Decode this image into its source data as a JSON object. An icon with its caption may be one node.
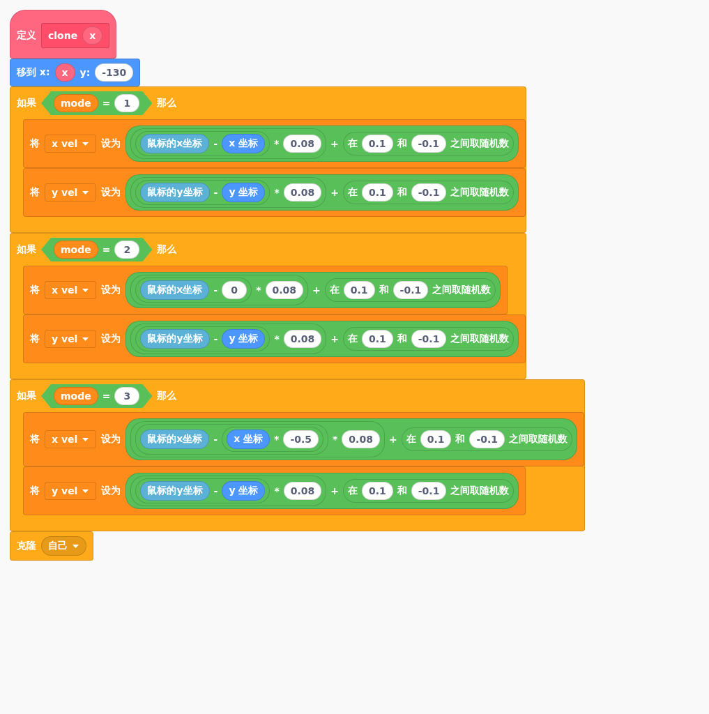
{
  "diagram": {
    "nodes": [
      {
        "text": [
          "定义"
        ]
      },
      {
        "text": [
          "clone"
        ],
        "in": 0
      },
      {
        "text": [
          "x"
        ],
        "in": 1
      },
      {
        "text": [
          "移到 x:",
          "y:"
        ]
      },
      {
        "text": [
          "x"
        ],
        "in": 3
      },
      {
        "text": [
          "-130"
        ],
        "in": 3
      },
      {
        "text": [
          "如果",
          "那么"
        ]
      },
      {
        "text": [
          "="
        ],
        "in": 6
      },
      {
        "text": [
          "mode"
        ],
        "in": 7
      },
      {
        "text": [
          "1"
        ],
        "in": 7
      },
      {
        "text": [
          "将",
          "设为"
        ],
        "in": 6
      },
      {
        "text": [
          "x vel"
        ],
        "in": 10
      },
      {
        "text": [
          "+"
        ],
        "in": 10
      },
      {
        "text": [
          "*"
        ],
        "in": 12
      },
      {
        "text": [
          "-"
        ],
        "in": 13
      },
      {
        "text": [
          "鼠标的x坐标"
        ],
        "in": 14
      },
      {
        "text": [
          "x 坐标"
        ],
        "in": 14
      },
      {
        "text": [
          "0.08"
        ],
        "in": 13
      },
      {
        "text": [
          "在",
          "和",
          "之间取随机数"
        ],
        "in": 12
      },
      {
        "text": [
          "0.1"
        ],
        "in": 18
      },
      {
        "text": [
          "-0.1"
        ],
        "in": 18
      },
      {
        "text": [
          "将",
          "设为"
        ],
        "in": 6
      },
      {
        "text": [
          "y vel"
        ],
        "in": 21
      },
      {
        "text": [
          "+"
        ],
        "in": 21
      },
      {
        "text": [
          "*"
        ],
        "in": 23
      },
      {
        "text": [
          "-"
        ],
        "in": 24
      },
      {
        "text": [
          "鼠标的y坐标"
        ],
        "in": 25
      },
      {
        "text": [
          "y 坐标"
        ],
        "in": 25
      },
      {
        "text": [
          "0.08"
        ],
        "in": 24
      },
      {
        "text": [
          "在",
          "和",
          "之间取随机数"
        ],
        "in": 23
      },
      {
        "text": [
          "0.1"
        ],
        "in": 29
      },
      {
        "text": [
          "-0.1"
        ],
        "in": 29
      },
      {
        "text": [
          "如果",
          "那么"
        ]
      },
      {
        "text": [
          "="
        ],
        "in": 32
      },
      {
        "text": [
          "mode"
        ],
        "in": 33
      },
      {
        "text": [
          "2"
        ],
        "in": 33
      },
      {
        "text": [
          "将",
          "设为"
        ],
        "in": 32
      },
      {
        "text": [
          "x vel"
        ],
        "in": 36
      },
      {
        "text": [
          "+"
        ],
        "in": 36
      },
      {
        "text": [
          "*"
        ],
        "in": 38
      },
      {
        "text": [
          "-"
        ],
        "in": 39
      },
      {
        "text": [
          "鼠标的x坐标"
        ],
        "in": 40
      },
      {
        "text": [
          "0"
        ],
        "in": 40
      },
      {
        "text": [
          "0.08"
        ],
        "in": 39
      },
      {
        "text": [
          "在",
          "和",
          "之间取随机数"
        ],
        "in": 38
      },
      {
        "text": [
          "0.1"
        ],
        "in": 44
      },
      {
        "text": [
          "-0.1"
        ],
        "in": 44
      },
      {
        "text": [
          "将",
          "设为"
        ],
        "in": 32
      },
      {
        "text": [
          "y vel"
        ],
        "in": 47
      },
      {
        "text": [
          "+"
        ],
        "in": 47
      },
      {
        "text": [
          "*"
        ],
        "in": 49
      },
      {
        "text": [
          "-"
        ],
        "in": 50
      },
      {
        "text": [
          "鼠标的y坐标"
        ],
        "in": 51
      },
      {
        "text": [
          "y 坐标"
        ],
        "in": 51
      },
      {
        "text": [
          "0.08"
        ],
        "in": 50
      },
      {
        "text": [
          "在",
          "和",
          "之间取随机数"
        ],
        "in": 49
      },
      {
        "text": [
          "0.1"
        ],
        "in": 55
      },
      {
        "text": [
          "-0.1"
        ],
        "in": 55
      },
      {
        "text": [
          "如果",
          "那么"
        ]
      },
      {
        "text": [
          "="
        ],
        "in": 58
      },
      {
        "text": [
          "mode"
        ],
        "in": 59
      },
      {
        "text": [
          "3"
        ],
        "in": 59
      },
      {
        "text": [
          "将",
          "设为"
        ],
        "in": 58
      },
      {
        "text": [
          "x vel"
        ],
        "in": 62
      },
      {
        "text": [
          "+"
        ],
        "in": 62
      },
      {
        "text": [
          "*"
        ],
        "in": 64
      },
      {
        "text": [
          "-"
        ],
        "in": 65
      },
      {
        "text": [
          "鼠标的x坐标"
        ],
        "in": 66
      },
      {
        "text": [
          "*"
        ],
        "in": 66
      },
      {
        "text": [
          "x 坐标"
        ],
        "in": 68
      },
      {
        "text": [
          "-0.5"
        ],
        "in": 68
      },
      {
        "text": [
          "0.08"
        ],
        "in": 65
      },
      {
        "text": [
          "在",
          "和",
          "之间取随机数"
        ],
        "in": 64
      },
      {
        "text": [
          "0.1"
        ],
        "in": 72
      },
      {
        "text": [
          "-0.1"
        ],
        "in": 72
      },
      {
        "text": [
          "将",
          "设为"
        ],
        "in": 58
      },
      {
        "text": [
          "y vel"
        ],
        "in": 75
      },
      {
        "text": [
          "+"
        ],
        "in": 75
      },
      {
        "text": [
          "*"
        ],
        "in": 77
      },
      {
        "text": [
          "-"
        ],
        "in": 78
      },
      {
        "text": [
          "鼠标的y坐标"
        ],
        "in": 79
      },
      {
        "text": [
          "y 坐标"
        ],
        "in": 79
      },
      {
        "text": [
          "0.08"
        ],
        "in": 78
      },
      {
        "text": [
          "在",
          "和",
          "之间取随机数"
        ],
        "in": 77
      },
      {
        "text": [
          "0.1"
        ],
        "in": 83
      },
      {
        "text": [
          "-0.1"
        ],
        "in": 83
      },
      {
        "text": [
          "克隆"
        ]
      },
      {
        "text": [
          "自己"
        ],
        "in": 86
      }
    ]
  }
}
